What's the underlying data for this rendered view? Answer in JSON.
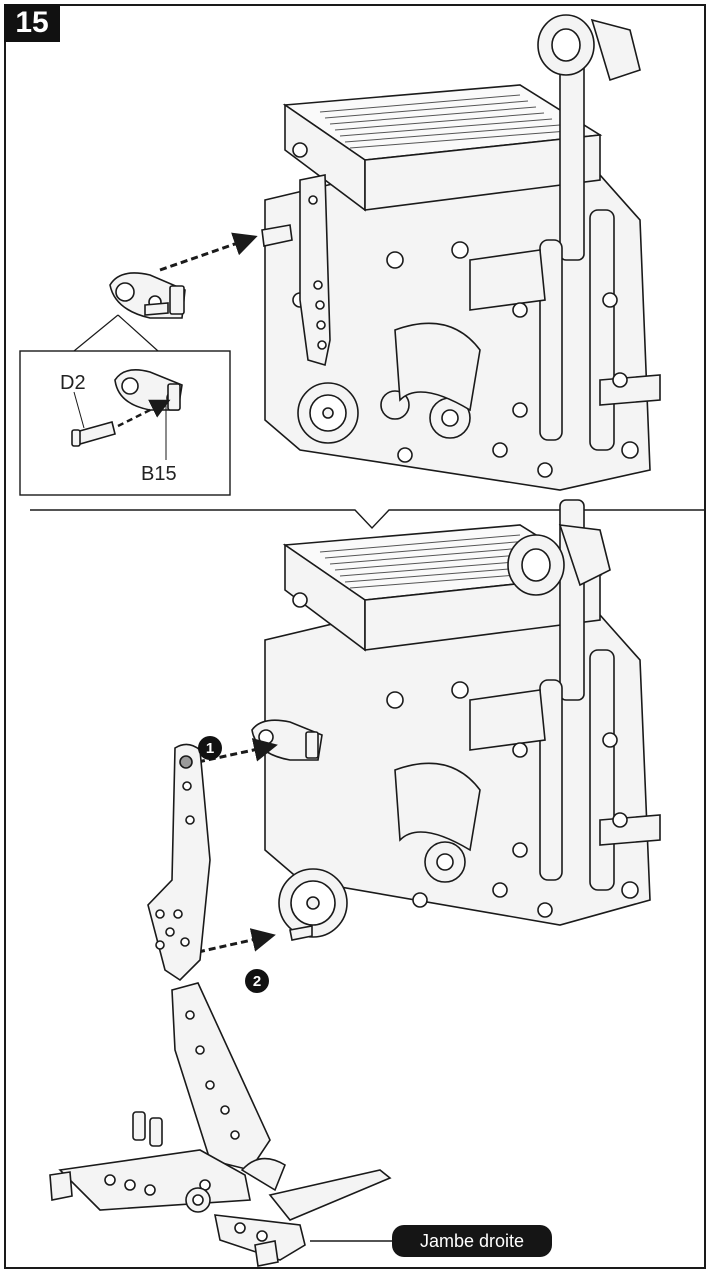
{
  "step": {
    "number": "15"
  },
  "detail_inset": {
    "labels": {
      "d2": "D2",
      "b15": "B15"
    }
  },
  "callouts": {
    "first": "1",
    "second": "2"
  },
  "part_tag": {
    "label": "Jambe droite"
  },
  "colors": {
    "ink": "#1a1a1a",
    "part_fill": "#f4f4f4",
    "highlight": "#9a9a9a"
  }
}
